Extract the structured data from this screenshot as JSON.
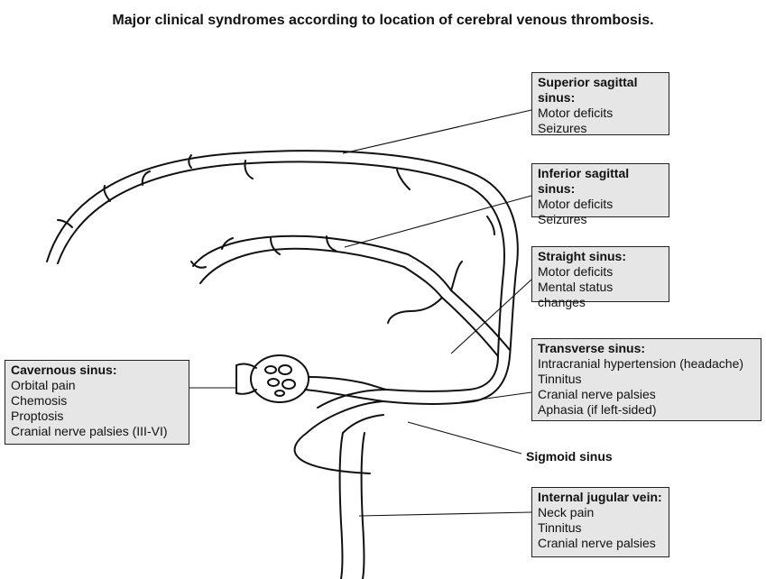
{
  "title": "Major clinical syndromes according to location of cerebral venous thrombosis.",
  "boxes": {
    "superior_sagittal": {
      "heading": "Superior sagittal sinus:",
      "lines": [
        "Motor deficits",
        "Seizures"
      ]
    },
    "inferior_sagittal": {
      "heading": "Inferior sagittal sinus:",
      "lines": [
        "Motor deficits",
        "Seizures"
      ]
    },
    "straight": {
      "heading": "Straight sinus:",
      "lines": [
        "Motor deficits",
        "Mental status changes"
      ]
    },
    "transverse": {
      "heading": "Transverse sinus:",
      "lines": [
        "Intracranial hypertension (headache)",
        "Tinnitus",
        "Cranial nerve palsies",
        "Aphasia (if left-sided)"
      ]
    },
    "cavernous": {
      "heading": "Cavernous sinus:",
      "lines": [
        "Orbital pain",
        "Chemosis",
        "Proptosis",
        "Cranial nerve palsies (III-VI)"
      ]
    },
    "jugular": {
      "heading": "Internal jugular vein:",
      "lines": [
        "Neck pain",
        "Tinnitus",
        "Cranial nerve palsies"
      ]
    }
  },
  "sigmoid_label": "Sigmoid sinus"
}
